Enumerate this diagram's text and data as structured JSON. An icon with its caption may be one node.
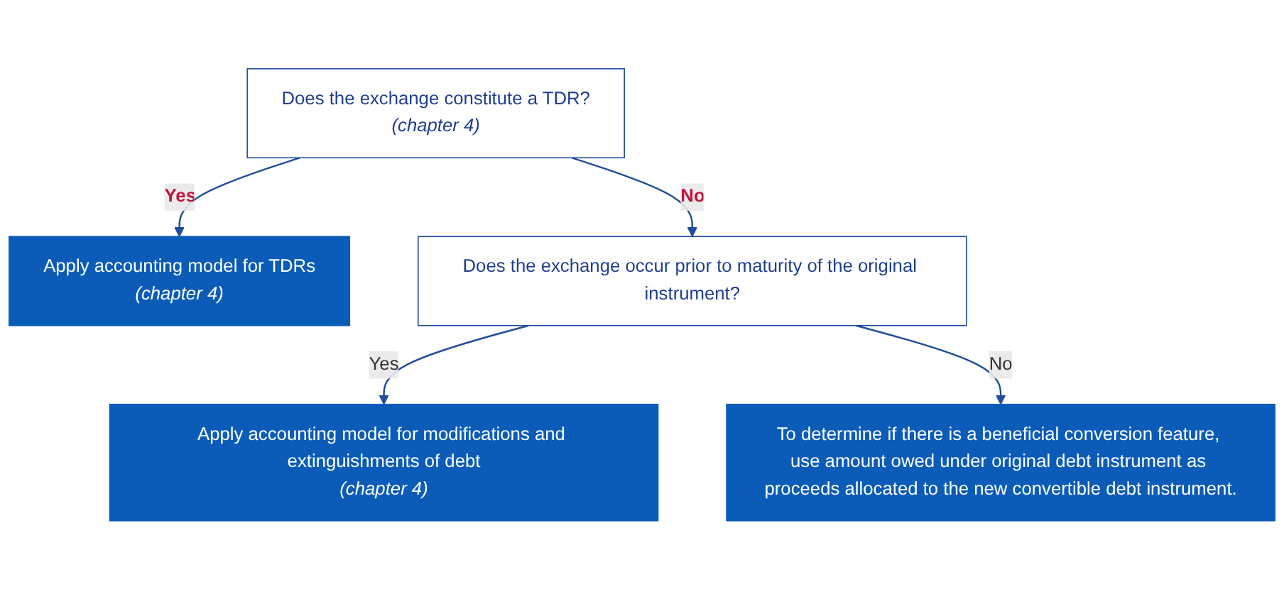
{
  "diagram": {
    "nodes": [
      {
        "text": [
          "Does the exchange constitute a TDR?",
          "(chapter 4)"
        ]
      },
      {
        "text": [
          "Apply accounting model for TDRs",
          "(chapter 4)"
        ]
      },
      {
        "text": [
          "Does the exchange occur prior to maturity of the original instrument?"
        ]
      },
      {
        "text": [
          "Apply accounting model for modifications and extinguishments of debt",
          "(chapter 4)"
        ]
      },
      {
        "text": [
          "To determine if there is a beneficial conversion feature, use amount owed under original debt instrument as proceeds allocated to the new convertible debt instrument."
        ]
      }
    ],
    "edges": [
      {
        "from": 0,
        "to": 1,
        "arrow": "to",
        "label": "Yes"
      },
      {
        "from": 0,
        "to": 2,
        "arrow": "to",
        "label": "No"
      },
      {
        "from": 2,
        "to": 3,
        "arrow": "to",
        "label": "Yes"
      },
      {
        "from": 2,
        "to": 4,
        "arrow": "to",
        "label": "No"
      }
    ]
  }
}
